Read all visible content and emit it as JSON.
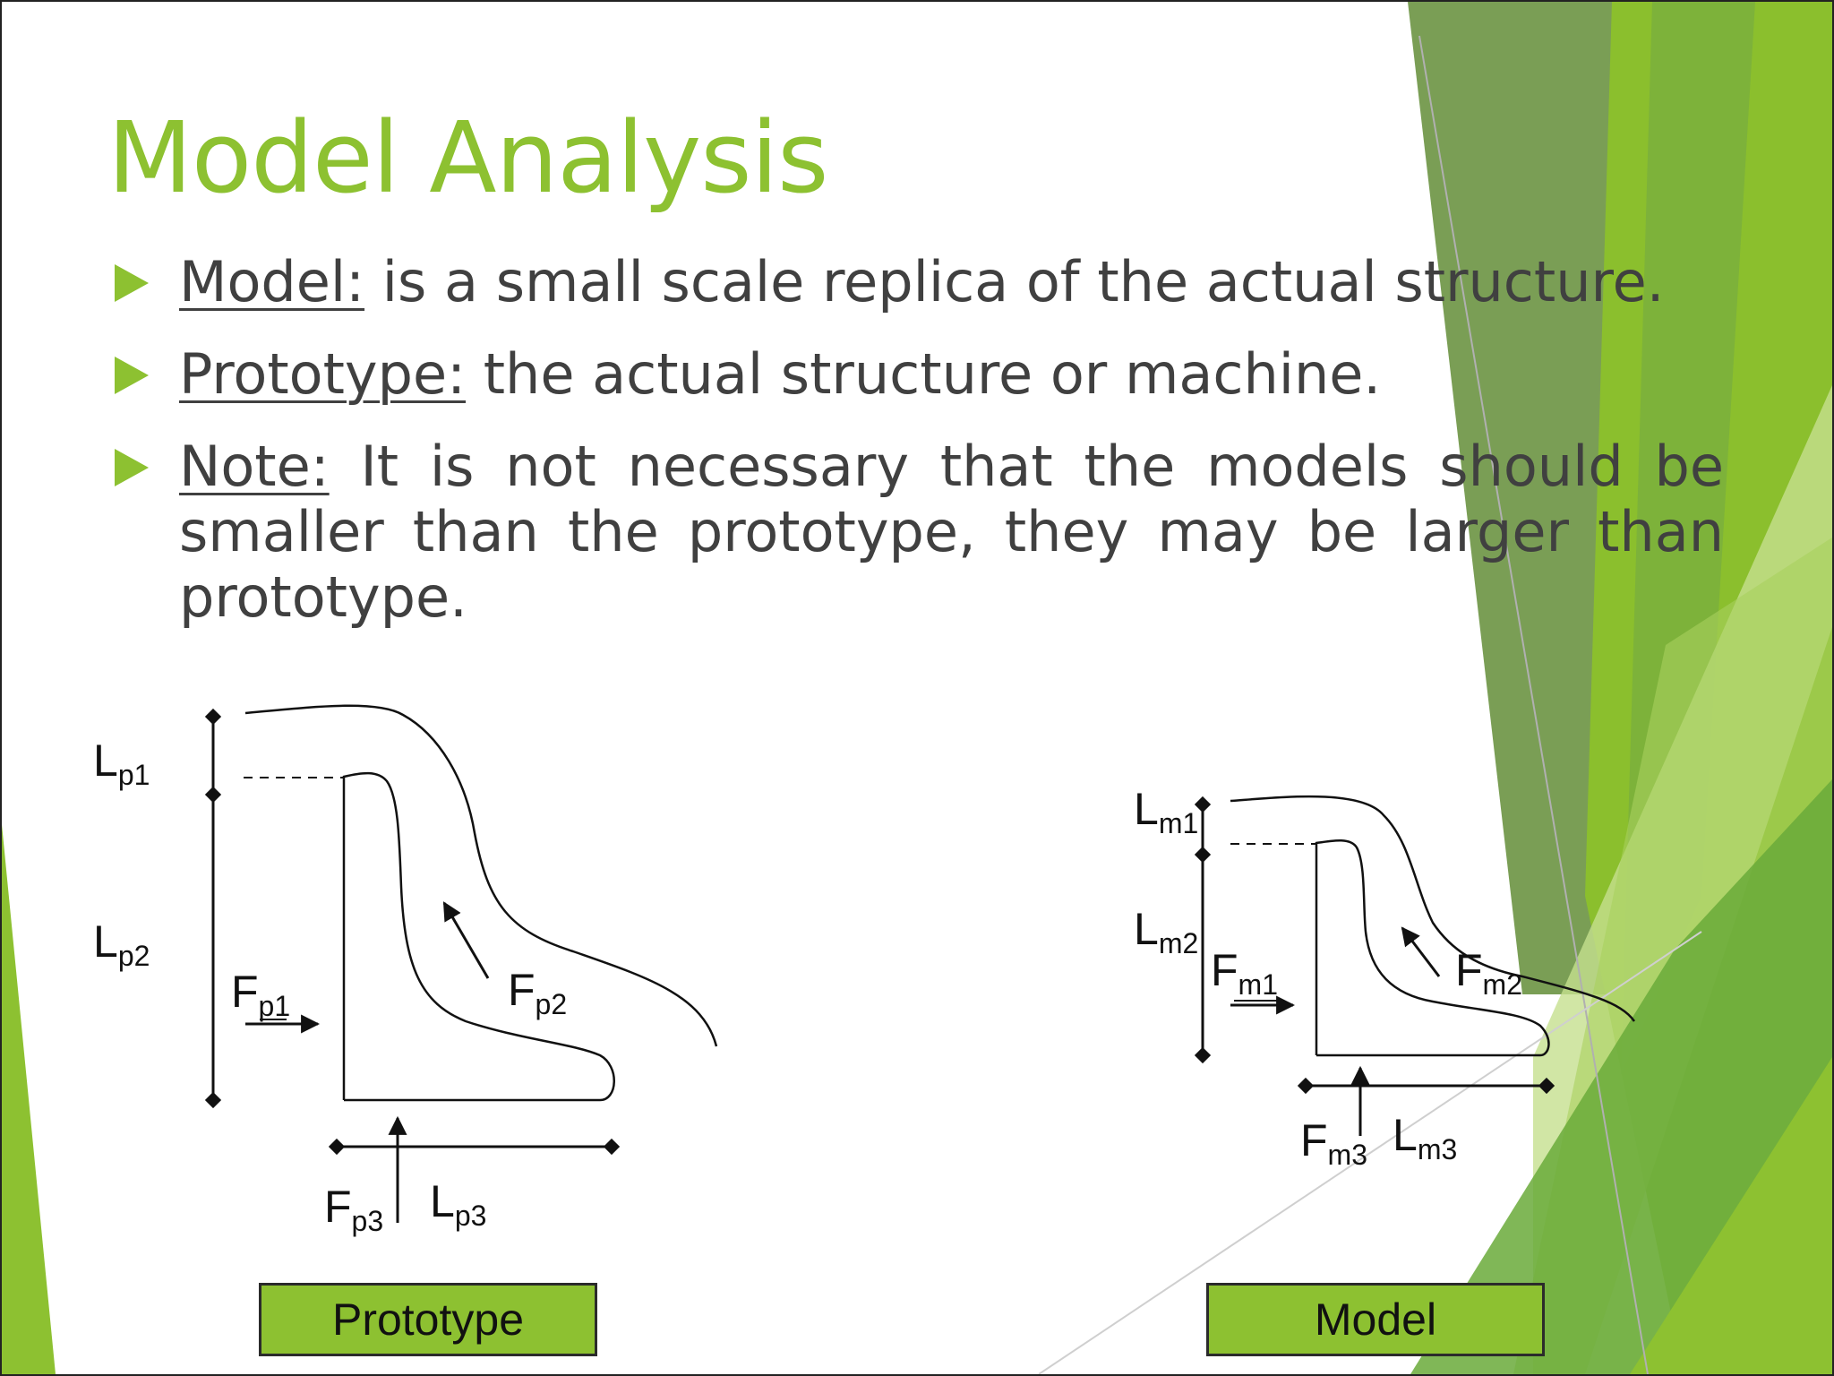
{
  "slide": {
    "title": "Model Analysis",
    "bullets": [
      {
        "term": "Model:",
        "text": " is a small scale replica of the actual structure."
      },
      {
        "term": "Prototype:",
        "text": " the actual structure or machine."
      },
      {
        "term": "Note:",
        "text": " It is not necessary that the models should be smaller than the prototype, they may be larger than prototype."
      }
    ],
    "prototype_diagram": {
      "labels": {
        "lp1": {
          "main": "L",
          "sub": "p1"
        },
        "lp2": {
          "main": "L",
          "sub": "p2"
        },
        "fp1": {
          "main": "F",
          "sub": "p1"
        },
        "fp2": {
          "main": "F",
          "sub": "p2"
        },
        "fp3": {
          "main": "F",
          "sub": "p3"
        },
        "lp3": {
          "main": "L",
          "sub": "p3"
        }
      },
      "caption": "Prototype"
    },
    "model_diagram": {
      "labels": {
        "lm1": {
          "main": "L",
          "sub": "m1"
        },
        "lm2": {
          "main": "L",
          "sub": "m2"
        },
        "fm1": {
          "main": "F",
          "sub": "m1"
        },
        "fm2": {
          "main": "F",
          "sub": "m2"
        },
        "fm3": {
          "main": "F",
          "sub": "m3"
        },
        "lm3": {
          "main": "L",
          "sub": "m3"
        }
      },
      "caption": "Model"
    },
    "colors": {
      "accent": "#8dc131",
      "accent_dark": "#6b9a3e",
      "text": "#404040"
    }
  }
}
